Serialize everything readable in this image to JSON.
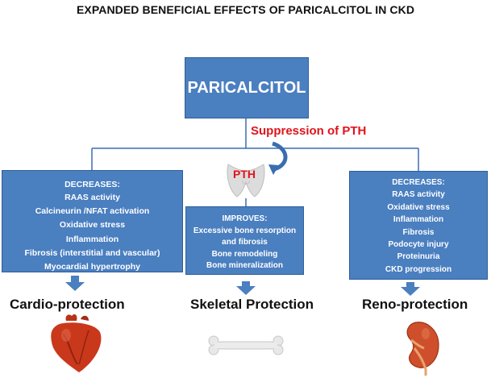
{
  "title": "EXPANDED BENEFICIAL EFFECTS OF PARICALCITOL IN CKD",
  "main": {
    "label": "PARICALCITOL"
  },
  "suppression_label": "Suppression of PTH",
  "pth_label": "PTH",
  "left": {
    "heading": "DECREASES:",
    "items": [
      "RAAS activity",
      "Calcineurin /NFAT activation",
      "Oxidative stress",
      "Inflammation",
      "Fibrosis (interstitial and vascular)",
      "Myocardial hypertrophy"
    ],
    "outcome": "Cardio-protection"
  },
  "middle": {
    "heading": "IMPROVES:",
    "items": [
      "Excessive bone resorption",
      "and fibrosis",
      "Bone remodeling",
      "Bone mineralization"
    ],
    "outcome": "Skeletal Protection"
  },
  "right": {
    "heading": "DECREASES:",
    "items": [
      "RAAS activity",
      "Oxidative stress",
      "Inflammation",
      "Fibrosis",
      "Podocyte injury",
      "Proteinuria",
      "CKD progression"
    ],
    "outcome": "Reno-protection"
  },
  "colors": {
    "box_fill": "#4a7fc0",
    "accent_red": "#e0141b",
    "connector": "#3a6db0"
  },
  "icons": [
    "heart-icon",
    "bone-icon",
    "kidney-icon",
    "thyroid-icon"
  ]
}
